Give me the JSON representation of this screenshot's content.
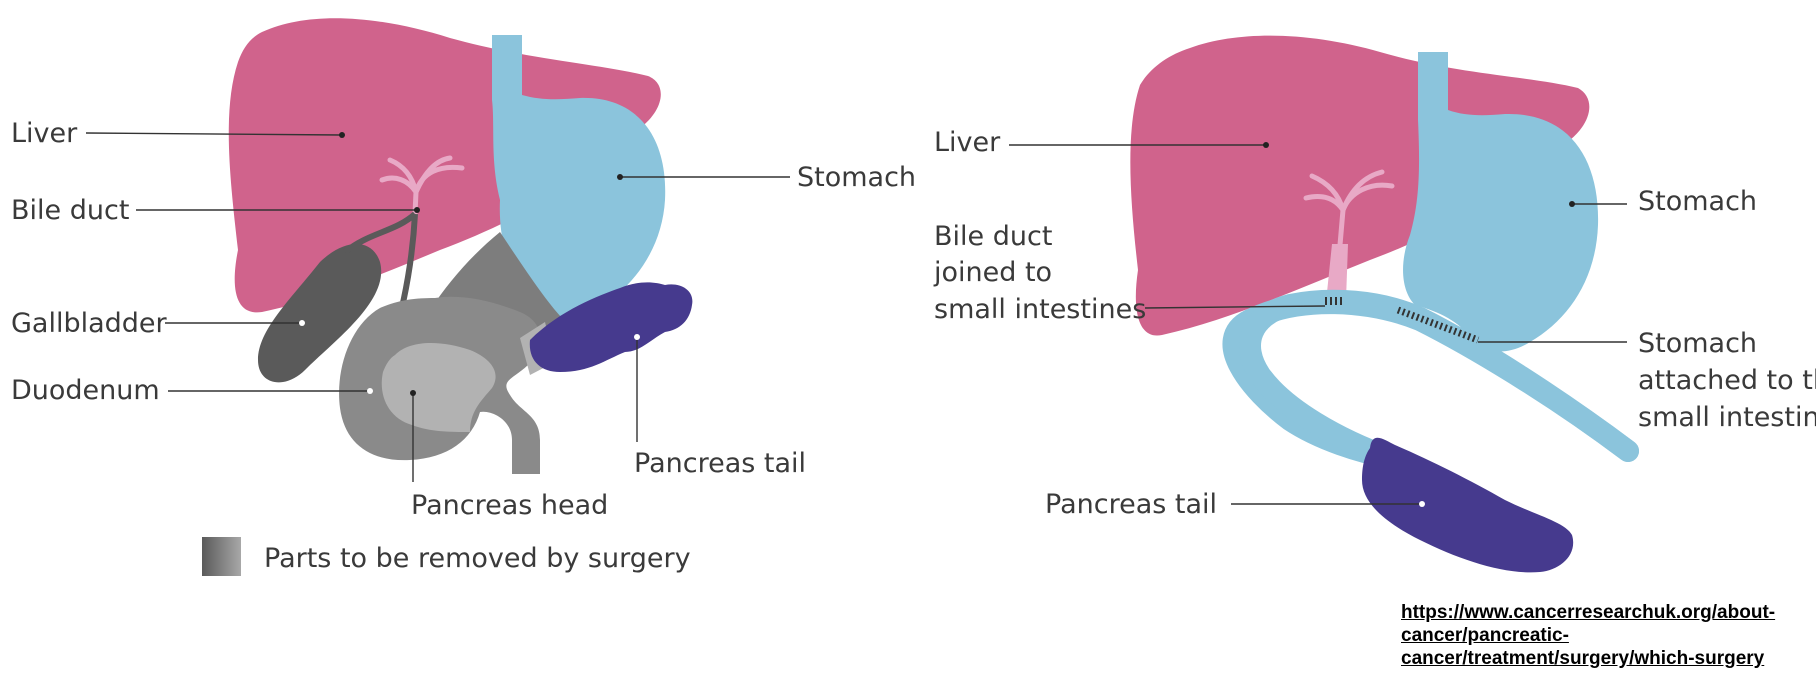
{
  "colors": {
    "liver": "#d0638c",
    "stomach": "#8bc4dc",
    "bile_duct": "#e8a9c6",
    "pancreas_tail": "#463a8e",
    "removed_dark": "#5a5a5a",
    "removed_mid": "#8a8a8a",
    "removed_light": "#b2b2b2",
    "leader_line": "#333333"
  },
  "left_panel": {
    "labels": {
      "liver": "Liver",
      "bile_duct": "Bile duct",
      "gallbladder": "Gallbladder",
      "duodenum": "Duodenum",
      "stomach": "Stomach",
      "pancreas_tail": "Pancreas tail",
      "pancreas_head": "Pancreas head"
    },
    "legend": {
      "text": "Parts to be removed by surgery"
    }
  },
  "right_panel": {
    "labels": {
      "liver": "Liver",
      "bile_duct_line1": "Bile duct",
      "bile_duct_line2": "joined to",
      "bile_duct_line3": "small intestines",
      "stomach": "Stomach",
      "stomach_attached_line1": "Stomach",
      "stomach_attached_line2": "attached to the",
      "stomach_attached_line3": "small intestines",
      "pancreas_tail": "Pancreas tail"
    }
  },
  "source": {
    "line1": "https://www.cancerresearchuk.org/about-",
    "line2": "cancer/pancreatic-",
    "line3": "cancer/treatment/surgery/which-surgery"
  }
}
